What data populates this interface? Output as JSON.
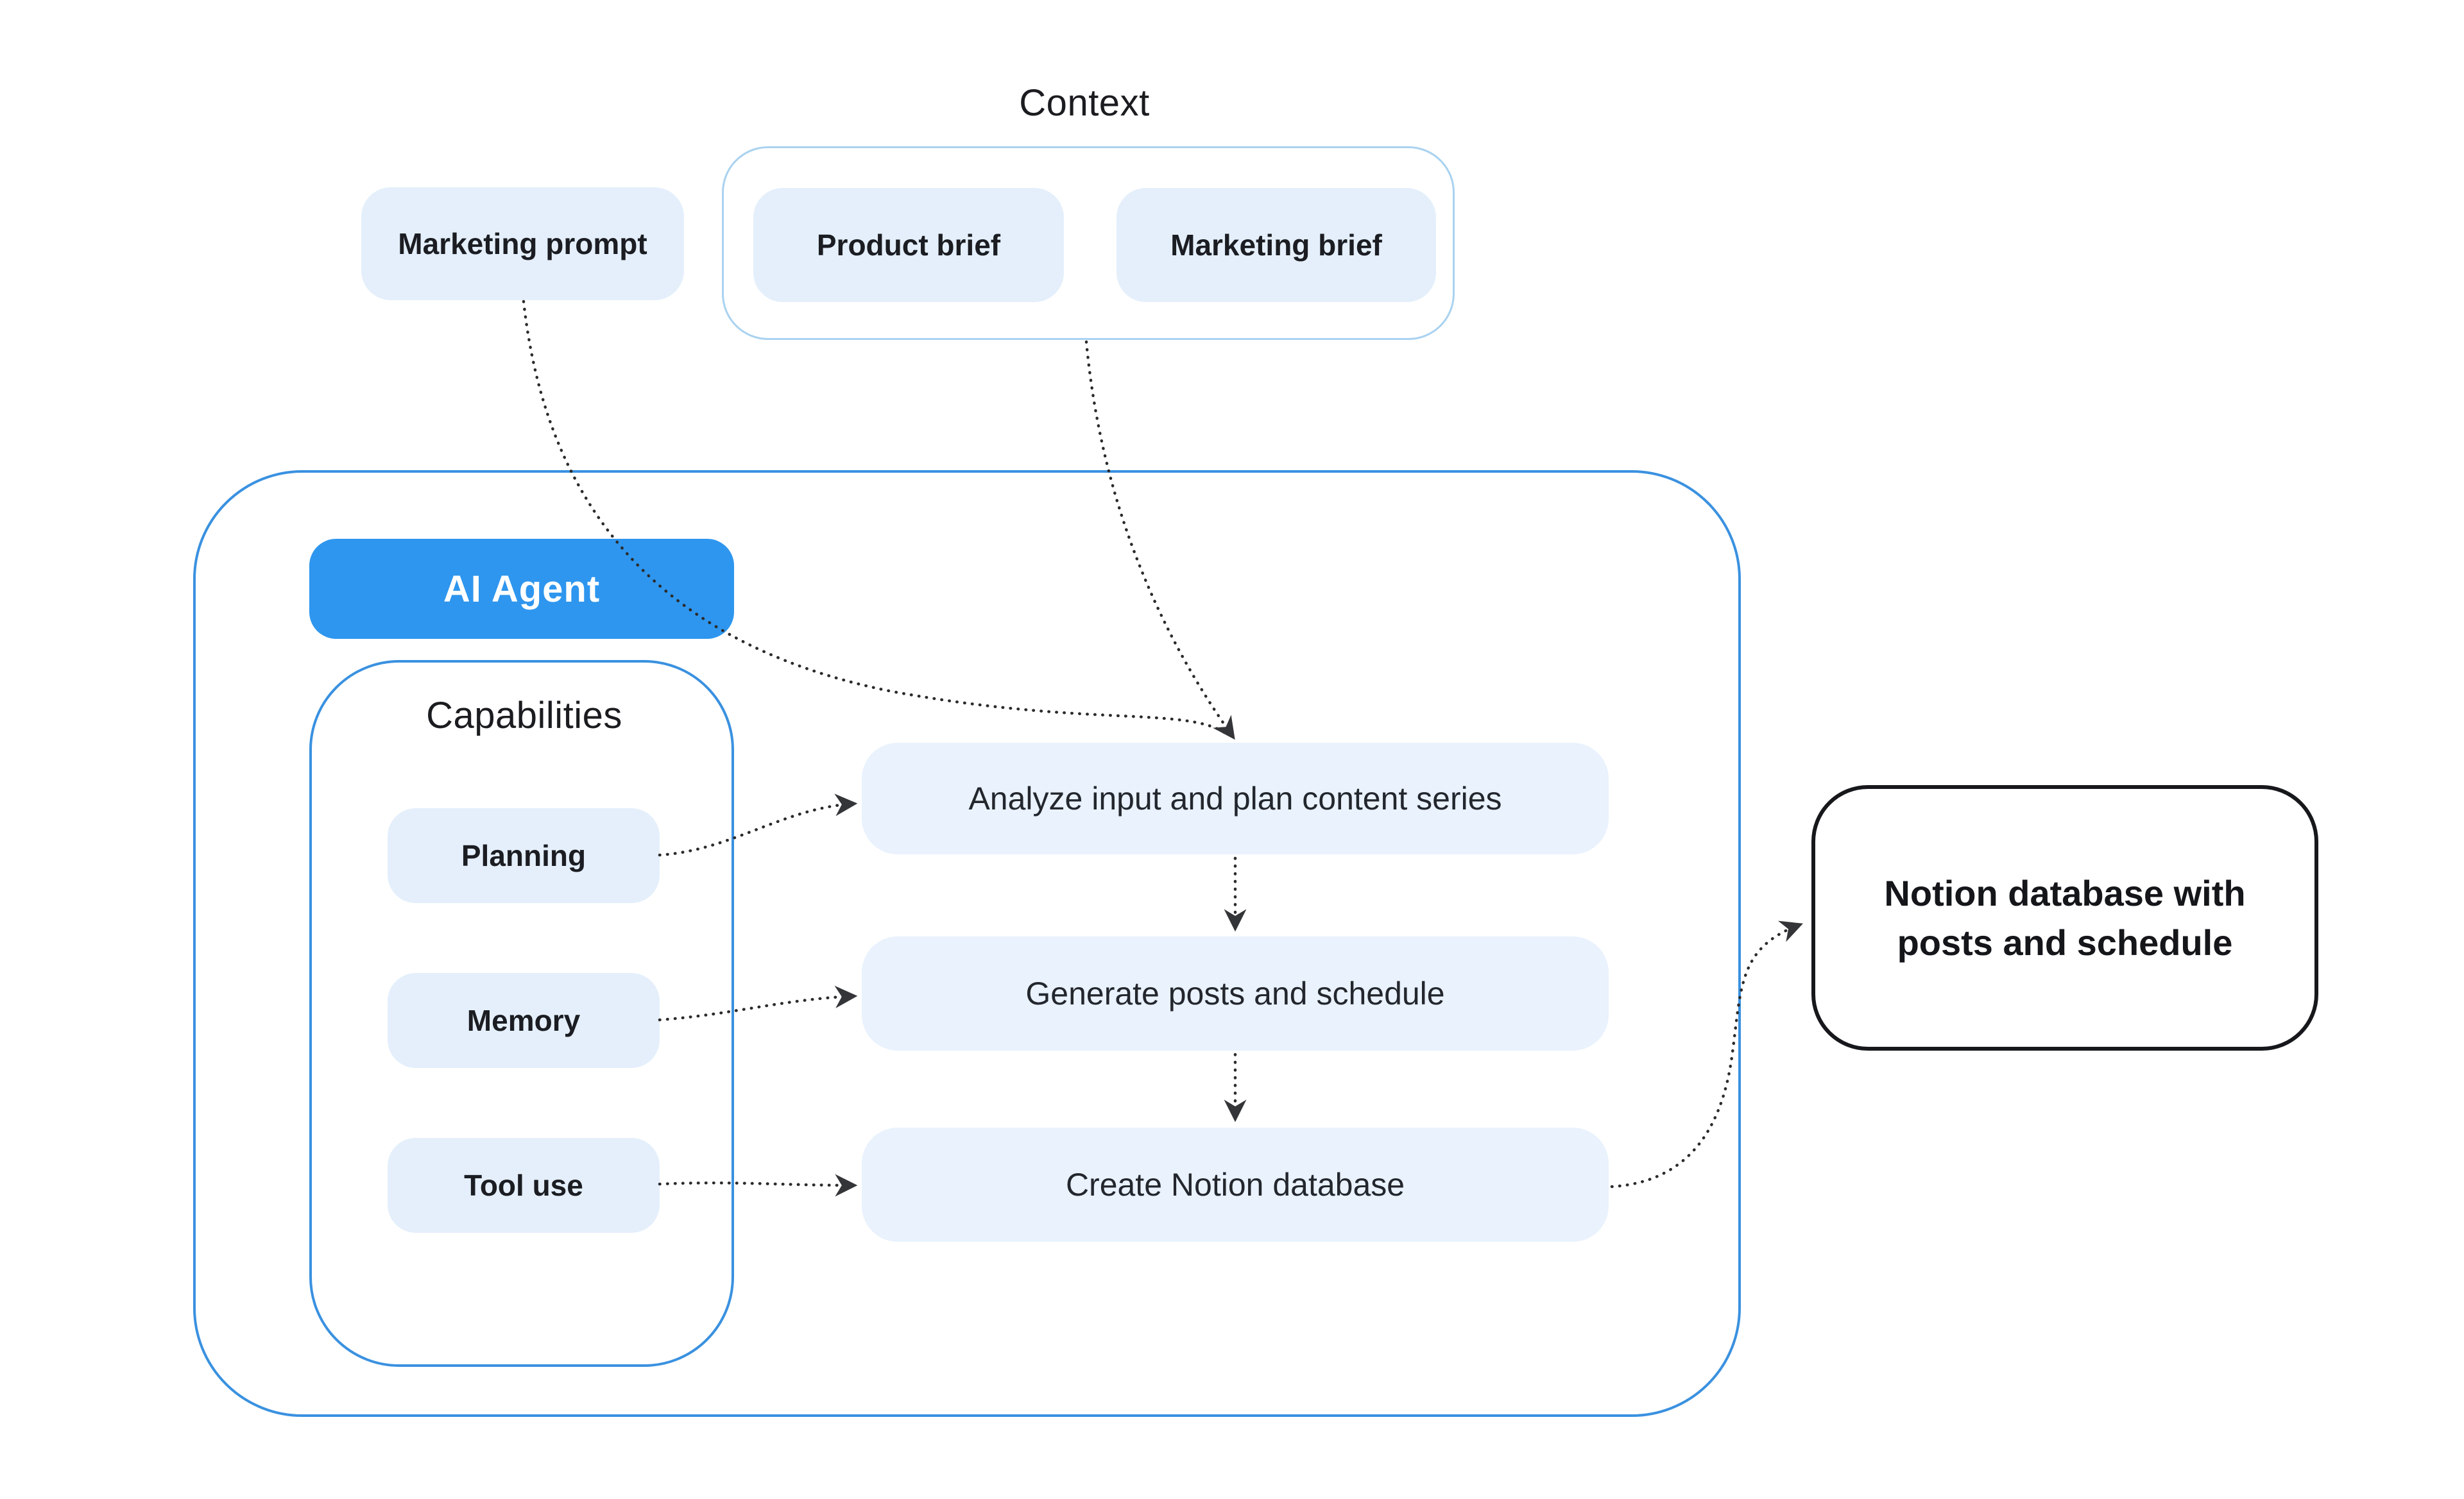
{
  "diagram": {
    "context": {
      "title": "Context",
      "items": [
        {
          "label": "Product brief"
        },
        {
          "label": "Marketing brief"
        }
      ]
    },
    "marketing_prompt": {
      "label": "Marketing prompt"
    },
    "agent": {
      "title": "AI Agent",
      "capabilities": {
        "title": "Capabilities",
        "items": [
          {
            "label": "Planning"
          },
          {
            "label": "Memory"
          },
          {
            "label": "Tool use"
          }
        ]
      },
      "steps": [
        {
          "label": "Analyze input and plan content series"
        },
        {
          "label": "Generate posts and schedule"
        },
        {
          "label": "Create Notion database"
        }
      ]
    },
    "output": {
      "label": "Notion database with posts and schedule"
    },
    "colors": {
      "accent_blue": "#2e96ee",
      "agent_container_border": "#3a91e0",
      "context_container_border": "#a9d2f0",
      "capability_node_fill": "#e4effb",
      "step_node_fill": "#e9f2fd",
      "output_border": "#16181b",
      "arrow": "#2b2b2b",
      "text_dark": "#1a1c1f"
    }
  }
}
